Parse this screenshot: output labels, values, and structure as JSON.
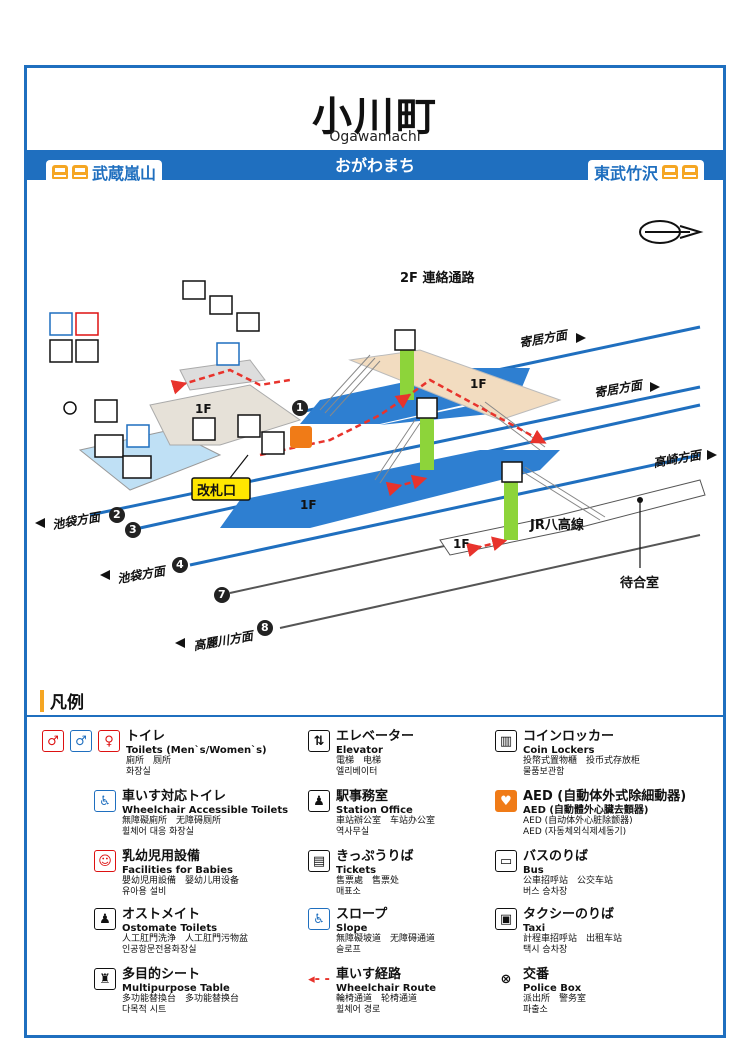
{
  "station": {
    "name_jp": "小川町",
    "name_romaji": "Ogawamachi",
    "name_hiragana": "おがわまち"
  },
  "neighbors": {
    "left": "武蔵嵐山",
    "right": "東武竹沢"
  },
  "map": {
    "connection_2f": "2F 連絡通路",
    "ticket_gate": "改札口",
    "jr_line": "JR八高線",
    "waiting_room": "待合室",
    "floor_1f": "1F",
    "dir_yorii": "寄居方面",
    "dir_takasaki": "高崎方面",
    "dir_ikebukuro": "池袋方面",
    "dir_komagawa": "高麗川方面",
    "platforms": [
      "1",
      "2",
      "3",
      "4",
      "7",
      "8"
    ]
  },
  "legend": {
    "heading": "凡例",
    "items": [
      {
        "icon": "toilet-icon",
        "jp": "トイレ",
        "en": "Toilets (Men`s/Women`s)",
        "cn": "廁所　厕所",
        "kr": "화장실"
      },
      {
        "icon": "wheelchair-toilet-icon",
        "jp": "車いす対応トイレ",
        "en": "Wheelchair Accessible Toilets",
        "cn": "無障礙廁所　无障碍厕所",
        "kr": "휠체어 대응 화장실"
      },
      {
        "icon": "baby-icon",
        "jp": "乳幼児用設備",
        "en": "Facilities for Babies",
        "cn": "嬰幼児用設備　婴幼儿用设备",
        "kr": "유아용 설비"
      },
      {
        "icon": "ostomate-icon",
        "jp": "オストメイト",
        "en": "Ostomate Toilets",
        "cn": "人工肛門洗浄　人工肛門污物盆",
        "kr": "인공항문전용화장실"
      },
      {
        "icon": "multipurpose-table-icon",
        "jp": "多目的シート",
        "en": "Multipurpose Table",
        "cn": "多功能替換台　多功能替换台",
        "kr": "다목적 시트"
      },
      {
        "icon": "elevator-icon",
        "jp": "エレベーター",
        "en": "Elevator",
        "cn": "電梯　电梯",
        "kr": "엘리베이터"
      },
      {
        "icon": "station-office-icon",
        "jp": "駅事務室",
        "en": "Station Office",
        "cn": "車站辦公室　车站办公室",
        "kr": "역사무실"
      },
      {
        "icon": "tickets-icon",
        "jp": "きっぷうりば",
        "en": "Tickets",
        "cn": "售票處　售票处",
        "kr": "매표소"
      },
      {
        "icon": "slope-icon",
        "jp": "スロープ",
        "en": "Slope",
        "cn": "無障礙坡道　无障碍通道",
        "kr": "슬로프"
      },
      {
        "icon": "wheelchair-route-icon",
        "jp": "車いす経路",
        "en": "Wheelchair Route",
        "cn": "輪椅通道　轮椅通道",
        "kr": "휠체어 경로"
      },
      {
        "icon": "coin-locker-icon",
        "jp": "コインロッカー",
        "en": "Coin Lockers",
        "cn": "投幣式置物櫃　投币式存放柜",
        "kr": "물품보관함"
      },
      {
        "icon": "aed-icon",
        "jp": "AED (自動体外式除細動器)",
        "en": "AED (自動體外心臟去顫器)",
        "cn": "AED (自动体外心脏除颤器)",
        "kr": "AED (자동체외식제세동기)"
      },
      {
        "icon": "bus-icon",
        "jp": "バスのりば",
        "en": "Bus",
        "cn": "公車招呼站　公交车站",
        "kr": "버스 승차장"
      },
      {
        "icon": "taxi-icon",
        "jp": "タクシーのりば",
        "en": "Taxi",
        "cn": "計程車招呼站　出租车站",
        "kr": "택시 승차장"
      },
      {
        "icon": "police-box-icon",
        "jp": "交番",
        "en": "Police Box",
        "cn": "派出所　警务室",
        "kr": "파출소"
      }
    ]
  },
  "colors": {
    "accent": "#1f6fbf",
    "platform": "#2e7fd1",
    "route": "#e8332c",
    "elevator": "#8dd43a",
    "concourse": "#f2dcc0",
    "aed": "#f07b17"
  }
}
